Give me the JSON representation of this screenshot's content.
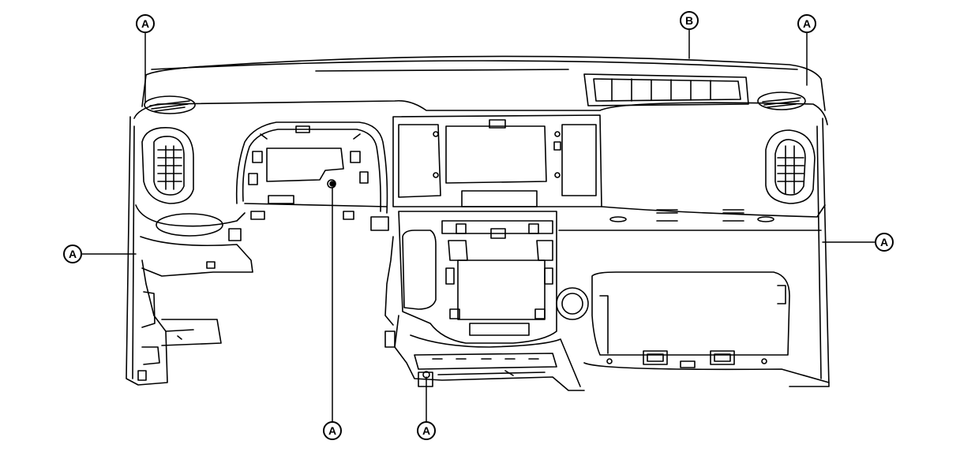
{
  "callouts": [
    {
      "id": "top-left",
      "label": "A"
    },
    {
      "id": "top-center",
      "label": "B"
    },
    {
      "id": "top-right",
      "label": "A"
    },
    {
      "id": "left",
      "label": "A"
    },
    {
      "id": "right",
      "label": "A"
    },
    {
      "id": "bottom-center",
      "label": "A"
    },
    {
      "id": "bottom-right",
      "label": "A"
    }
  ],
  "colors": {
    "line": "#000000",
    "background": "#ffffff"
  }
}
